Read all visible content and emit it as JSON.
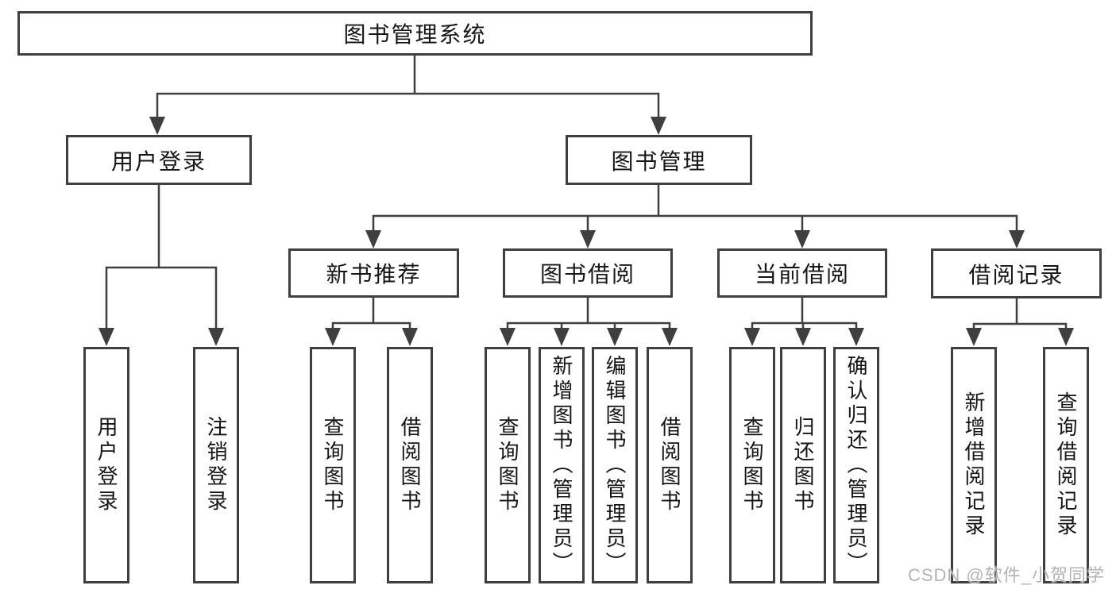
{
  "diagram": {
    "root": {
      "label": "图书管理系统"
    },
    "level1": [
      {
        "label": "用户登录"
      },
      {
        "label": "图书管理"
      }
    ],
    "level2": [
      {
        "label": "新书推荐"
      },
      {
        "label": "图书借阅"
      },
      {
        "label": "当前借阅"
      },
      {
        "label": "借阅记录"
      }
    ],
    "leaves": {
      "user_login": [
        {
          "label": "用户登录"
        },
        {
          "label": "注销登录"
        }
      ],
      "new_book": [
        {
          "label": "查询图书"
        },
        {
          "label": "借阅图书"
        }
      ],
      "book_borrow": [
        {
          "label": "查询图书"
        },
        {
          "label": "新增图书（管理员）"
        },
        {
          "label": "编辑图书（管理员）"
        },
        {
          "label": "借阅图书"
        }
      ],
      "current_borrow": [
        {
          "label": "查询图书"
        },
        {
          "label": "归还图书"
        },
        {
          "label": "确认归还（管理员）"
        }
      ],
      "borrow_records": [
        {
          "label": "新增借阅记录"
        },
        {
          "label": "查询借阅记录"
        }
      ]
    }
  },
  "watermark": {
    "text": "CSDN @软件_小贺同学"
  },
  "colors": {
    "line": "#3f3f3f",
    "box_border": "#3f3f3f",
    "text": "#151515",
    "background": "#ffffff",
    "watermark": "#b3b3b3"
  }
}
